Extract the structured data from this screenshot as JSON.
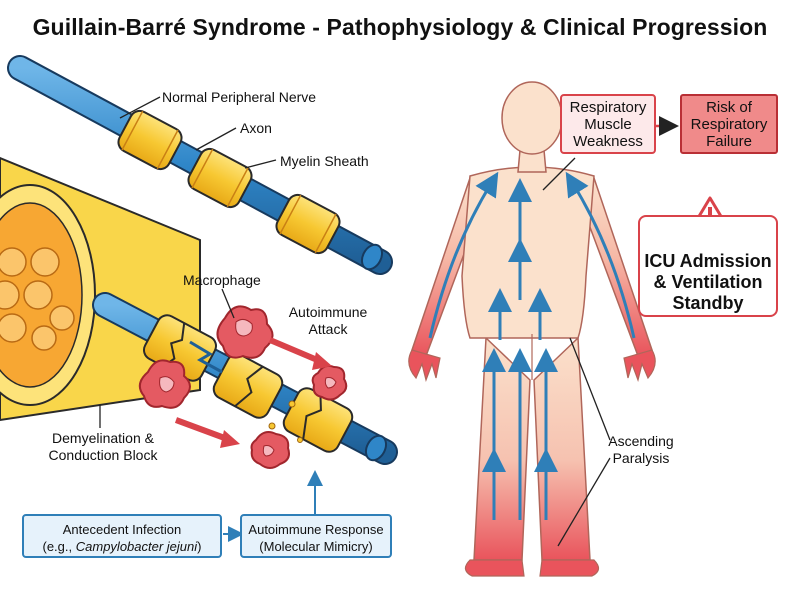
{
  "title": "Guillain-Barré Syndrome - Pathophysiology & Clinical Progression",
  "labels": {
    "normal_nerve": "Normal Peripheral Nerve",
    "axon": "Axon",
    "myelin": "Myelin Sheath",
    "macrophage": "Macrophage",
    "autoimmune_attack_1": "Autoimmune",
    "autoimmune_attack_2": "Attack",
    "demyelination_1": "Demyelination &",
    "demyelination_2": "Conduction Block",
    "ascending_1": "Ascending",
    "ascending_2": "Paralysis"
  },
  "boxes": {
    "infection_line1": "Antecedent Infection",
    "infection_prefix": "(e.g., ",
    "infection_organism": "Campylobacter jejuni",
    "infection_suffix": ")",
    "response_line1": "Autoimmune Response",
    "response_line2": "(Molecular Mimicry)",
    "resp_weak_1": "Respiratory",
    "resp_weak_2": "Muscle",
    "resp_weak_3": "Weakness",
    "risk_1": "Risk of",
    "risk_2": "Respiratory",
    "risk_3": "Failure",
    "icu_1": "ICU Admission",
    "icu_2": "& Ventilation",
    "icu_3": "Standby"
  },
  "colors": {
    "axon": "#2f86c8",
    "myelin": "#f7c832",
    "attack_arrow": "#d9434a",
    "flow_arrow": "#2f7fb8",
    "skin": "#fbe1cc",
    "paralysis": "#e9545c"
  }
}
